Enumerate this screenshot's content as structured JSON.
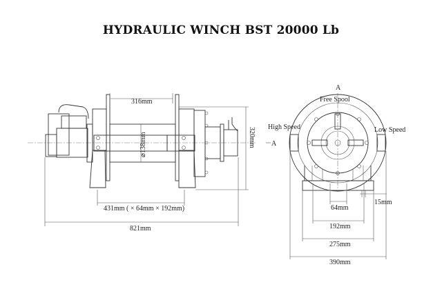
{
  "title": "HYDRAULIC WINCH BST 20000 Lb",
  "side_view": {
    "drum_length": "316mm",
    "drum_diameter": "⌀138mm",
    "height": "320mm",
    "mounting": "431mm ( × 64mm × 192mm)",
    "overall_length": "821mm",
    "section_mark": "A"
  },
  "front_view": {
    "section_mark": "A",
    "free_spool": "Free Spool",
    "high_speed": "High Speed",
    "low_speed": "Low Speed",
    "dim_64": "64mm",
    "dim_15": "15mm",
    "dim_192": "192mm",
    "dim_275": "275mm",
    "dim_390": "390mm"
  }
}
